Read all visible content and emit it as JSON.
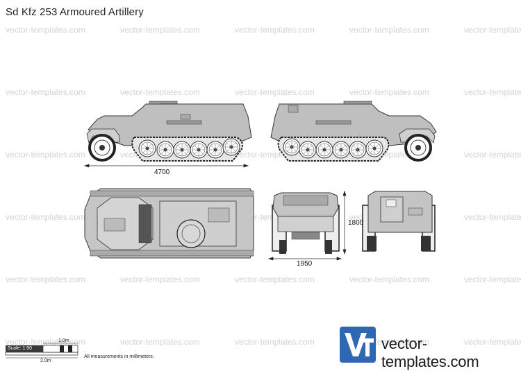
{
  "title": "Sd Kfz 253 Armoured Artillery",
  "watermark_text": "vector-templates.com",
  "dimensions": {
    "length": "4700",
    "width": "1950",
    "height": "1800"
  },
  "scale": {
    "label": "Scale: 1:50",
    "one_meter": "1.0m",
    "two_meter": "2.0m"
  },
  "measurement_note": "All measurements in millimeters.",
  "logo": {
    "brand": "vector-templates.com",
    "mark_color": "#2f67b2"
  }
}
